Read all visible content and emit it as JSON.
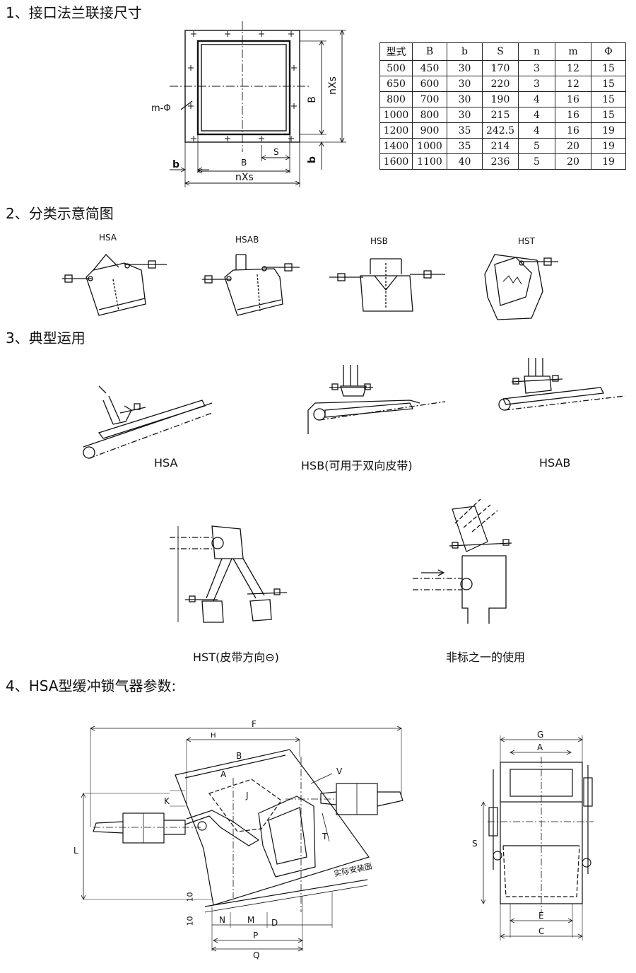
{
  "sections": {
    "s1": "1、接口法兰联接尺寸",
    "s2": "2、分类示意简图",
    "s3": "3、典型运用",
    "s4": "4、HSA型缓冲锁气器参数:"
  },
  "flange_labels": {
    "m_phi": "m-Φ",
    "B_h": "B",
    "B_v": "B",
    "nxs_h": "nXs",
    "nxs_v": "nXs",
    "s": "S",
    "b_left": "b",
    "b_right": "b"
  },
  "table": {
    "headers": [
      "型式",
      "B",
      "b",
      "S",
      "n",
      "m",
      "Φ"
    ],
    "rows": [
      [
        "500",
        "450",
        "30",
        "170",
        "3",
        "12",
        "15"
      ],
      [
        "650",
        "600",
        "30",
        "220",
        "3",
        "12",
        "15"
      ],
      [
        "800",
        "700",
        "30",
        "190",
        "4",
        "16",
        "15"
      ],
      [
        "1000",
        "800",
        "30",
        "215",
        "4",
        "16",
        "15"
      ],
      [
        "1200",
        "900",
        "35",
        "242.5",
        "4",
        "16",
        "19"
      ],
      [
        "1400",
        "1000",
        "35",
        "214",
        "5",
        "20",
        "19"
      ],
      [
        "1600",
        "1100",
        "40",
        "236",
        "5",
        "20",
        "19"
      ]
    ]
  },
  "types": [
    "HSA",
    "HSAB",
    "HSB",
    "HST"
  ],
  "applications": {
    "hsa": "HSA",
    "hsb": "HSB(可用于双向皮带)",
    "hsab": "HSAB",
    "hst": "HST(皮带方向⊖)",
    "nonstd": "非标之一的使用"
  },
  "params": {
    "F": "F",
    "H": "H",
    "B": "B",
    "A": "A",
    "J": "J",
    "K": "K",
    "V": "V",
    "T": "T",
    "L": "L",
    "ten1": "10",
    "ten2": "10",
    "N": "N",
    "M": "M",
    "D": "D",
    "P": "P",
    "Q": "Q",
    "mount": "实际安装面",
    "G": "G",
    "A2": "A",
    "S": "S",
    "E": "E",
    "C": "C"
  }
}
